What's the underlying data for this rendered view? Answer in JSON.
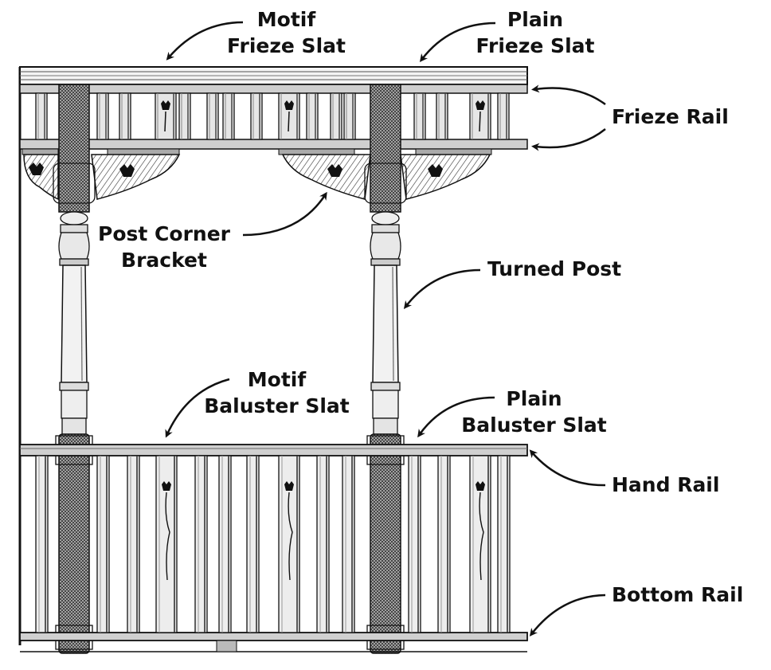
{
  "diagram": {
    "subject": "Porch frieze and balustrade assembly",
    "colors": {
      "ink": "#111111",
      "wood_light": "#f2f2f2",
      "wood_shade": "#8a8a8a",
      "post_hatch": "#555555",
      "background": "#ffffff"
    },
    "labels": {
      "motif_frieze_slat": {
        "line1": "Motif",
        "line2": "Frieze Slat"
      },
      "plain_frieze_slat": {
        "line1": "Plain",
        "line2": "Frieze Slat"
      },
      "frieze_rail": {
        "line1": "Frieze Rail"
      },
      "post_corner_bracket": {
        "line1": "Post Corner",
        "line2": "Bracket"
      },
      "turned_post": {
        "line1": "Turned Post"
      },
      "motif_baluster_slat": {
        "line1": "Motif",
        "line2": "Baluster Slat"
      },
      "plain_baluster_slat": {
        "line1": "Plain",
        "line2": "Baluster Slat"
      },
      "hand_rail": {
        "line1": "Hand Rail"
      },
      "bottom_rail": {
        "line1": "Bottom Rail"
      }
    }
  }
}
